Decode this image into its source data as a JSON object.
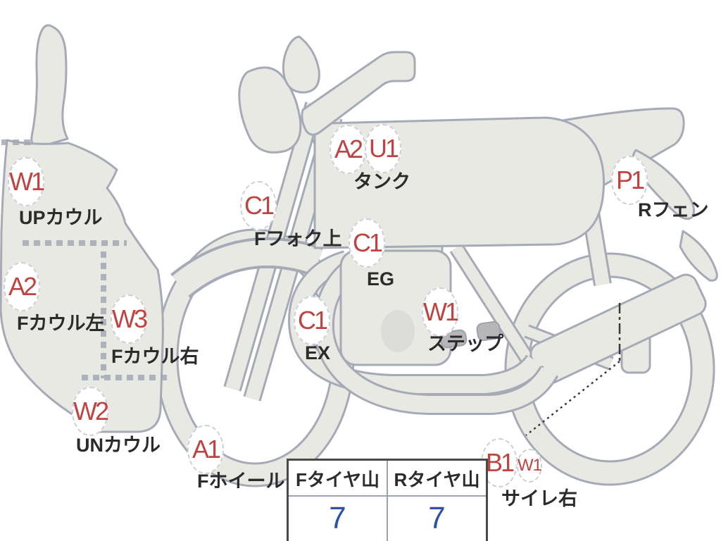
{
  "colors": {
    "background": "#ffffff",
    "body_fill": "#e9e9e3",
    "body_stroke": "#a6aab6",
    "badge_code_red": "#bf4340",
    "badge_border_gray": "#ccd0d8",
    "part_label_dark": "#2b2b2b",
    "panel_dash_gray": "#a3a9b4",
    "tread_value_blue": "#2d52a8",
    "table_outer_border": "#4a4a4a",
    "table_inner_border": "#9aa2ae",
    "footpeg_gray": "#b6b6b8",
    "callout_line_dark": "#3a3a3a"
  },
  "callouts": [
    {
      "code": "W1",
      "label": "UPカウル"
    },
    {
      "code": "A2",
      "label": "Fカウル左"
    },
    {
      "code": "W3",
      "label": "Fカウル右"
    },
    {
      "code": "W2",
      "label": "UNカウル"
    },
    {
      "code": "A1",
      "label": "Fホイール"
    },
    {
      "code": "C1",
      "label": "Fフォク上"
    },
    {
      "code": "A2",
      "code2": "U1",
      "label": "タンク"
    },
    {
      "code": "C1",
      "label": "EG"
    },
    {
      "code": "C1",
      "label": "EX"
    },
    {
      "code": "W1",
      "label": "ステップ"
    },
    {
      "code": "P1",
      "label": "Rフェン"
    },
    {
      "code": "B1",
      "code2": "W1",
      "label": "サイレ右"
    }
  ],
  "tire_table": {
    "headers": [
      "Fタイヤ山",
      "Rタイヤ山"
    ],
    "values": [
      "7",
      "7"
    ]
  }
}
